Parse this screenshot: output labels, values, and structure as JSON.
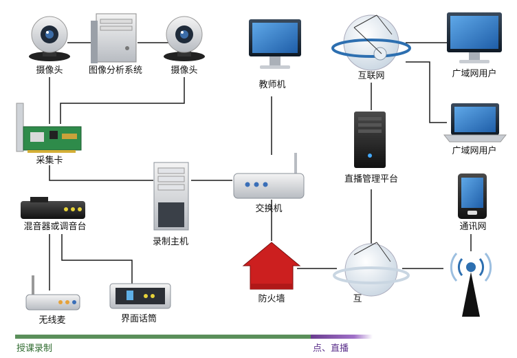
{
  "nodes": {
    "camera_left": "摄像头",
    "image_analysis": "图像分析系统",
    "camera_right": "摄像头",
    "teacher_pc": "教师机",
    "internet_top": "互联网",
    "wan_user_1": "广域网用户",
    "wan_user_2": "广域网用户",
    "capture_card": "采集卡",
    "live_platform": "直播管理平台",
    "switch": "交换机",
    "recording_host": "录制主机",
    "mixer": "混音器或调音台",
    "comm_network": "通讯网",
    "firewall": "防火墙",
    "internet_bottom": "互",
    "wireless_mic": "无线麦",
    "interface_mic": "界面话筒"
  },
  "footer": {
    "left_label": "授课录制",
    "right_label": "点、直播"
  },
  "colors": {
    "line": "#1a1a1a",
    "footer_green": "#5a8f5a",
    "footer_purple": "#6a3d8f",
    "firewall_red": "#cc1f1f",
    "globe_blue": "#2d6fb0"
  }
}
